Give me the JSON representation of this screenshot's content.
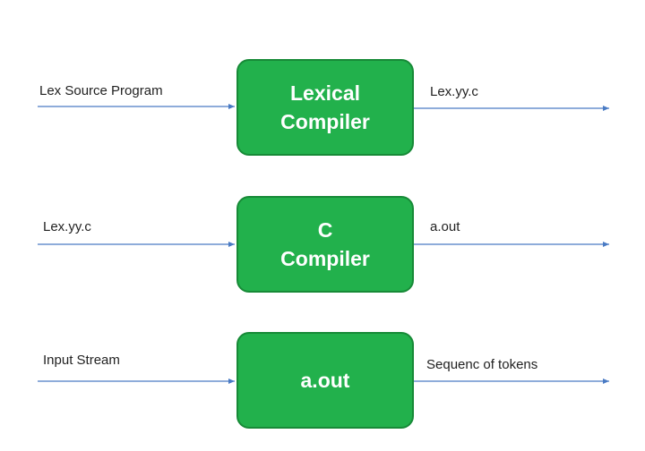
{
  "colors": {
    "box_fill": "#22b14c",
    "box_border": "#178a37",
    "box_text": "#ffffff",
    "arrow": "#4a7bc4",
    "label_text": "#222222"
  },
  "rows": [
    {
      "input_label": "Lex Source Program",
      "box_lines": [
        "Lexical",
        "Compiler"
      ],
      "output_label": "Lex.yy.c"
    },
    {
      "input_label": "Lex.yy.c",
      "box_lines": [
        "C",
        "Compiler"
      ],
      "output_label": "a.out"
    },
    {
      "input_label": "Input Stream",
      "box_lines": [
        "a.out"
      ],
      "output_label": "Sequenc of tokens"
    }
  ]
}
